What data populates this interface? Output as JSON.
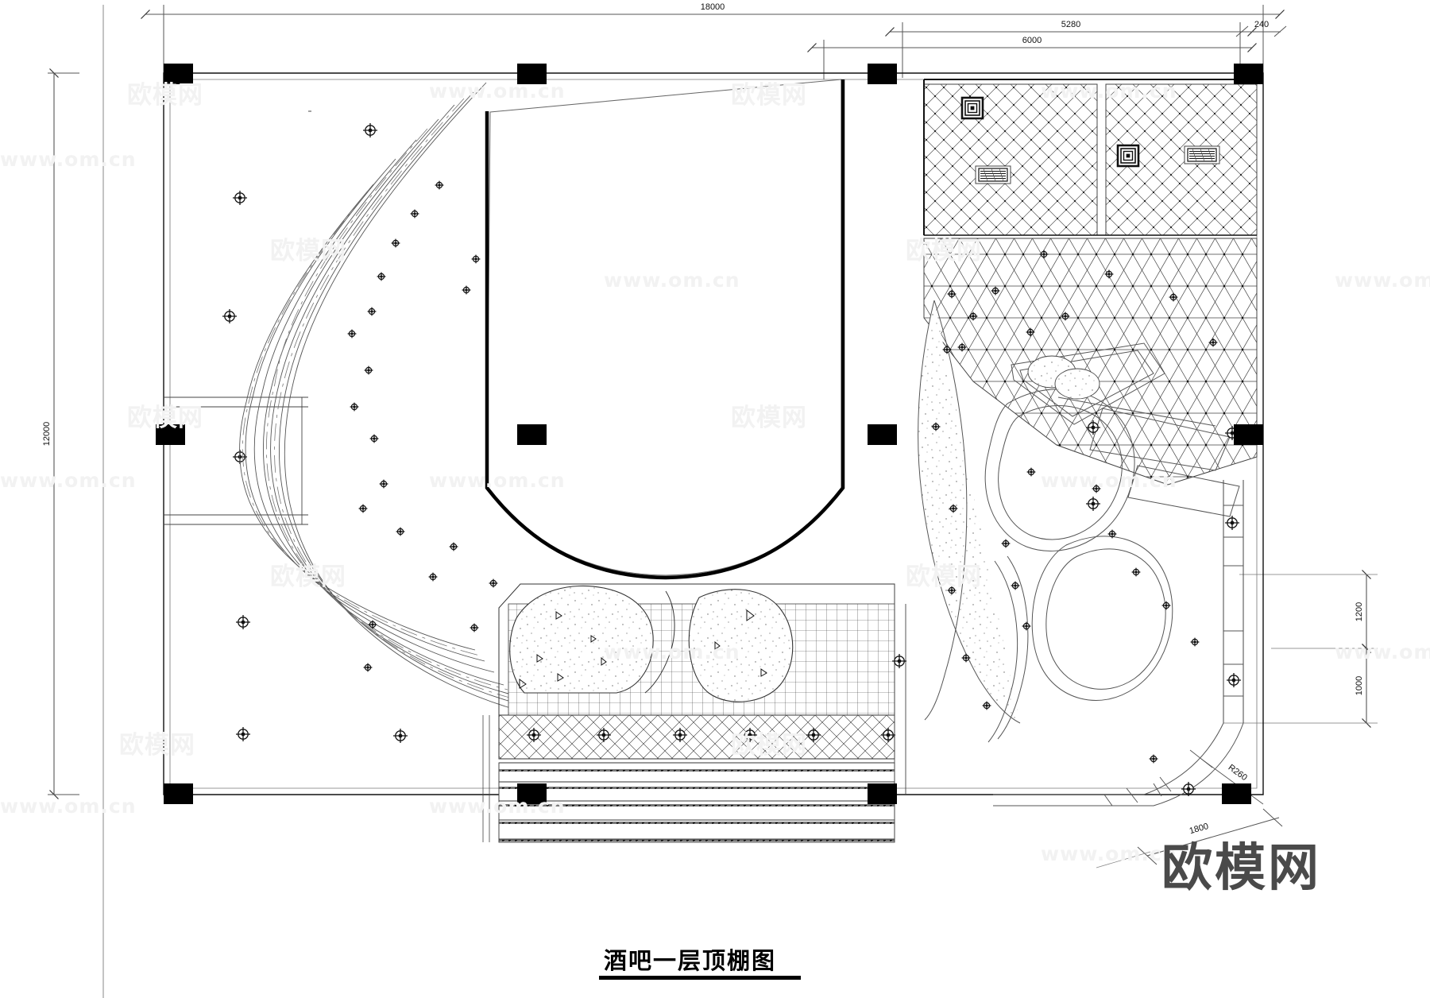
{
  "drawing": {
    "title": "酒吧一层顶棚图",
    "sheet_type": "reflected-ceiling-plan",
    "units": "mm"
  },
  "dimensions": {
    "top": [
      {
        "label": "18000",
        "span": "overall-width"
      },
      {
        "label": "5280",
        "span": "right-bay"
      },
      {
        "label": "240",
        "span": "wall-thickness"
      },
      {
        "label": "6000",
        "span": "right-room-width"
      }
    ],
    "left": [
      {
        "label": "12000",
        "span": "overall-height"
      }
    ],
    "right": [
      {
        "label": "1200",
        "span": "upper-segment"
      },
      {
        "label": "1000",
        "span": "lower-segment"
      }
    ],
    "bottom": [
      {
        "label": "1800",
        "span": "angled-edge"
      }
    ],
    "radii": [
      {
        "label": "R260",
        "span": "corner-fillet"
      }
    ]
  },
  "legend": {
    "downlight": "downlight-icon",
    "square_diffuser": "square-diffuser-icon",
    "linear_air_vent": "air-vent-icon",
    "column": "structural-column"
  },
  "areas": [
    {
      "name": "left-lounge",
      "hatch": "none",
      "fixtures": 8
    },
    {
      "name": "curved-cove-ceiling",
      "hatch": "concentric-bands",
      "fixtures": 14
    },
    {
      "name": "central-void",
      "hatch": "none",
      "fixtures": 0
    },
    {
      "name": "upper-right-room-a",
      "hatch": "diagonal-grid",
      "fixtures": 2
    },
    {
      "name": "upper-right-room-b",
      "hatch": "diagonal-grid",
      "fixtures": 2
    },
    {
      "name": "triangular-mesh-ceiling",
      "hatch": "triangle-mesh",
      "fixtures": 9
    },
    {
      "name": "organic-ceiling-cluster",
      "hatch": "stipple",
      "fixtures": 16
    },
    {
      "name": "stage-platform",
      "hatch": "square-grid",
      "fixtures": 5
    },
    {
      "name": "stepped-bands",
      "hatch": "stripes",
      "fixtures": 0
    }
  ],
  "watermarks": {
    "url": "www.om.cn",
    "cn": "欧模网",
    "logo": "欧模网"
  }
}
